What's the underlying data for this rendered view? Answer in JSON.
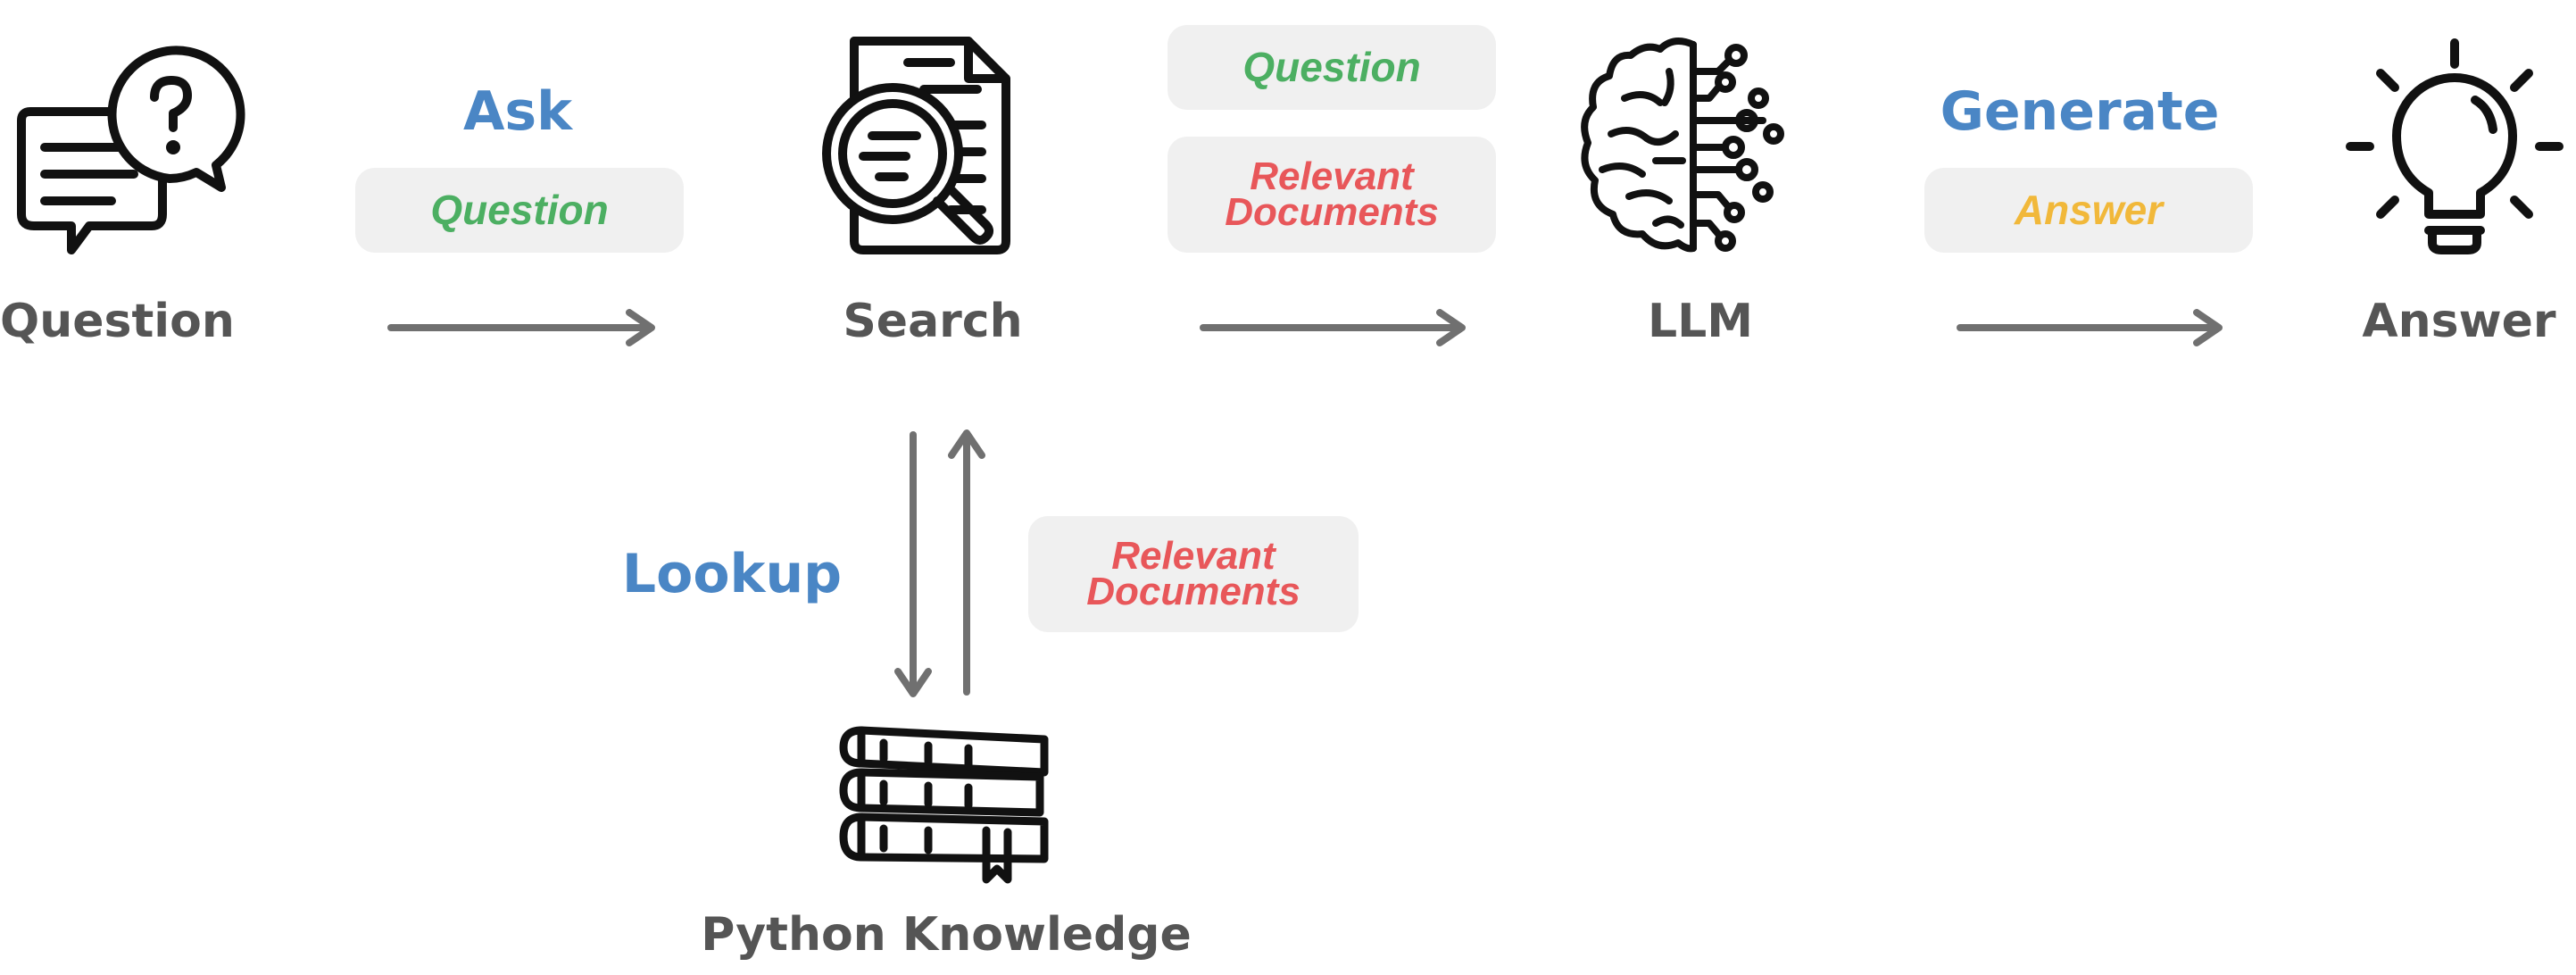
{
  "colors": {
    "node_label": "#555555",
    "step_label": "#4a86c5",
    "question_tag": "#4caf62",
    "documents_tag": "#e8575a",
    "answer_tag": "#f1b83a",
    "arrow": "#707070",
    "pill_bg": "#f0f0f0",
    "icon": "#111111"
  },
  "nodes": {
    "question": {
      "label": "Question",
      "icon": "chat-question-icon"
    },
    "search": {
      "label": "Search",
      "icon": "document-search-icon"
    },
    "llm": {
      "label": "LLM",
      "icon": "brain-circuit-icon"
    },
    "answer": {
      "label": "Answer",
      "icon": "lightbulb-icon"
    },
    "knowledge": {
      "label": "Python Knowledge",
      "icon": "books-icon"
    }
  },
  "edges": {
    "ask": {
      "label": "Ask",
      "tags": [
        "Question"
      ]
    },
    "search_to_llm": {
      "tags": [
        "Question",
        "Relevant Documents"
      ]
    },
    "generate": {
      "label": "Generate",
      "tags": [
        "Answer"
      ]
    },
    "lookup": {
      "label": "Lookup"
    },
    "lookup_return": {
      "tags": [
        "Relevant Documents"
      ]
    }
  },
  "tag_text": {
    "question": "Question",
    "relevant": "Relevant",
    "documents": "Documents",
    "answer": "Answer"
  }
}
